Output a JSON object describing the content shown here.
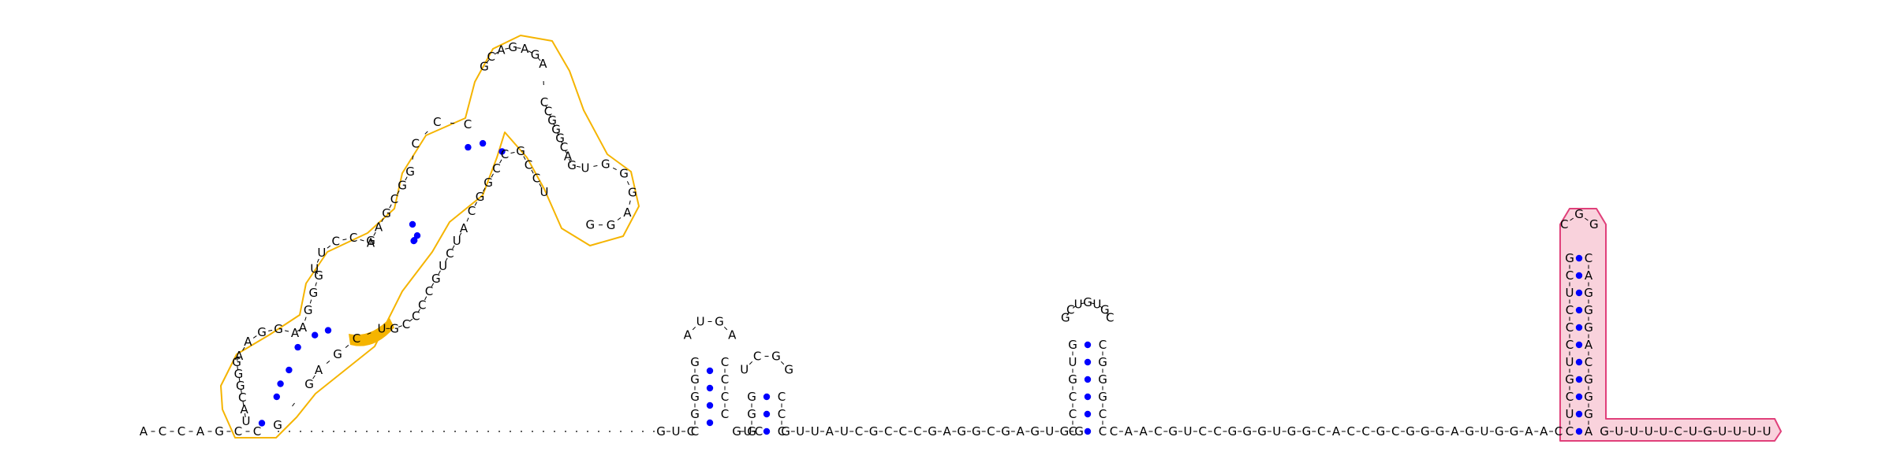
{
  "colors": {
    "nucleotide_text": "#000000",
    "base_pair_dot": "#0000ff",
    "domain_1_outline": "#f5b400",
    "domain_1_fill": "#ffffff",
    "domain_1_highlight": "#f5b400",
    "domain_2_outline": "#e0407a",
    "domain_2_fill": "#f9d2dc"
  },
  "structure": {
    "five_prime_tail": "ACCAGCC",
    "domain_1_hairpin": {
      "left_arm": "UACGGGAAGGAAGGGUUCCAGAGCGGCCC",
      "apical_loop": "GCAGAGACCGGGCAGUGGGAGG",
      "right_arm": "UCCGCCGGCAUCUGCCCCGUCGAGG"
    },
    "gap_linker": "···········",
    "hairpin_2": {
      "stem_5p": "CGGGG",
      "loop": "AUGA",
      "stem_3p": "CCCC"
    },
    "hairpin_3": {
      "stem_5p": "GGG",
      "loop": "UCGG",
      "stem_3p": "CCC"
    },
    "hairpin_4": {
      "stem_5p": "CCCGUG",
      "loop": "GCUGUGC",
      "stem_3p": "CGGGCC"
    },
    "hairpin_5": {
      "stem_5p": "CUCGUCCCUCG",
      "loop": "CGG",
      "stem_3p": "CAGGGACGGGA"
    },
    "linker_a": "GUC",
    "linker_b": "GUC",
    "linker_c": "GUUAUCGCCCGAGGCGAGUGG",
    "linker_d": "CAACGUCCGGGUGGCACCGCGGGAGUGGAAC",
    "three_prime_tail": "GUUUUCUGUUUU"
  }
}
